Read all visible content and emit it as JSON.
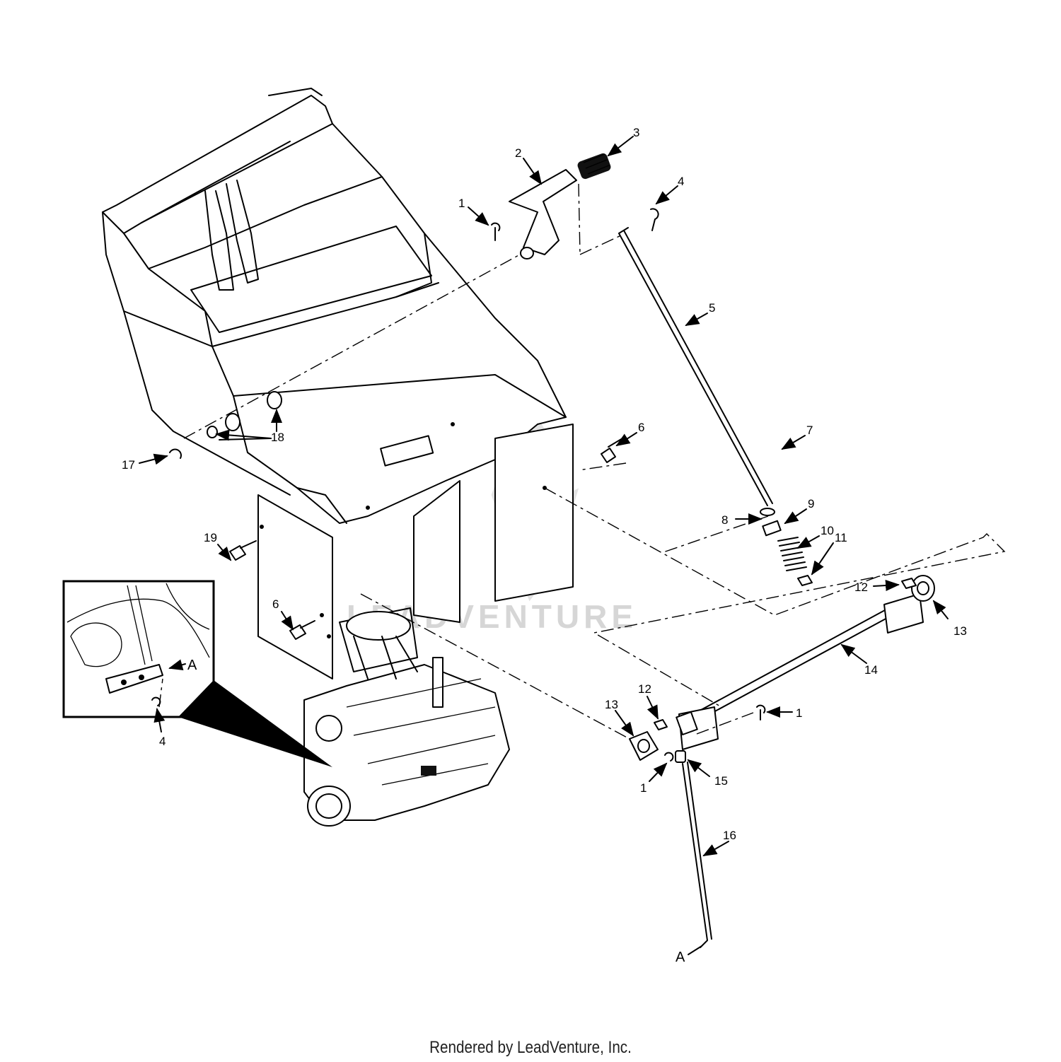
{
  "footer": {
    "text": "Rendered by LeadVenture, Inc."
  },
  "watermark": {
    "text": "LEADVENTURE"
  },
  "callouts": [
    {
      "id": "c1",
      "label": "1"
    },
    {
      "id": "c2",
      "label": "2"
    },
    {
      "id": "c3",
      "label": "3"
    },
    {
      "id": "c4",
      "label": "4"
    },
    {
      "id": "c5",
      "label": "5"
    },
    {
      "id": "c6a",
      "label": "6"
    },
    {
      "id": "c7",
      "label": "7"
    },
    {
      "id": "c8",
      "label": "8"
    },
    {
      "id": "c9",
      "label": "9"
    },
    {
      "id": "c10",
      "label": "10"
    },
    {
      "id": "c11",
      "label": "11"
    },
    {
      "id": "c12a",
      "label": "12"
    },
    {
      "id": "c13a",
      "label": "13"
    },
    {
      "id": "c14",
      "label": "14"
    },
    {
      "id": "c17",
      "label": "17"
    },
    {
      "id": "c18",
      "label": "18"
    },
    {
      "id": "c19",
      "label": "19"
    },
    {
      "id": "c6b",
      "label": "6"
    },
    {
      "id": "c12b",
      "label": "12"
    },
    {
      "id": "c13b",
      "label": "13"
    },
    {
      "id": "c1b",
      "label": "1"
    },
    {
      "id": "c1c",
      "label": "1"
    },
    {
      "id": "c15",
      "label": "15"
    },
    {
      "id": "c16",
      "label": "16"
    },
    {
      "id": "c4b",
      "label": "4"
    }
  ],
  "letters": {
    "inset_A": "A",
    "rod_A": "A"
  }
}
